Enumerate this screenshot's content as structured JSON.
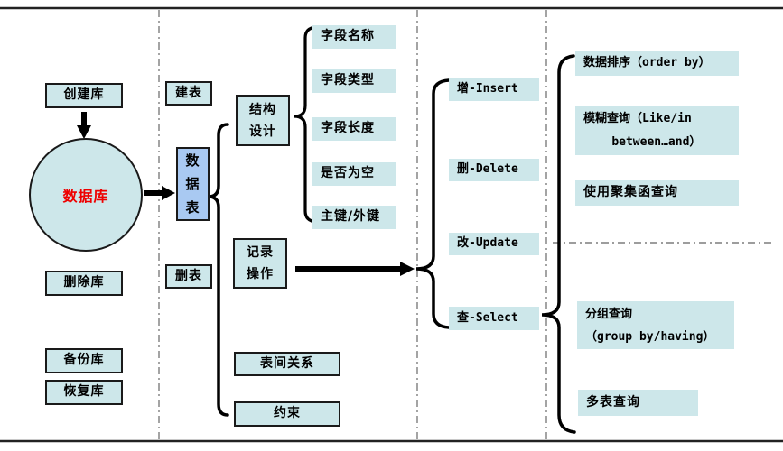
{
  "colors": {
    "box_fill": "#cde7ea",
    "table_fill": "#a9c9f2",
    "accent_red": "#ee0000",
    "line": "#1a1a1a",
    "divider": "#7d7d7d"
  },
  "db_level": {
    "create": "创建库",
    "database": "数据库",
    "drop": "删除库",
    "backup": "备份库",
    "restore": "恢复库"
  },
  "table_level": {
    "create": "建表",
    "table": "数\n据\n表",
    "drop": "删表"
  },
  "table_ops": {
    "structure": "结构\n设计",
    "record": "记录\n操作",
    "relations": "表间关系",
    "constraint": "约束"
  },
  "fields": [
    "字段名称",
    "字段类型",
    "字段长度",
    "是否为空",
    "主键/外键"
  ],
  "crud": [
    "增-Insert",
    "删-Delete",
    "改-Update",
    "查-Select"
  ],
  "query_types": {
    "order": "数据排序（order by）",
    "fuzzy": "模糊查询（Like/in\n    between…and）",
    "aggregate": "使用聚集函查询",
    "group": "分组查询\n（group by/having）",
    "multi": "多表查询"
  }
}
